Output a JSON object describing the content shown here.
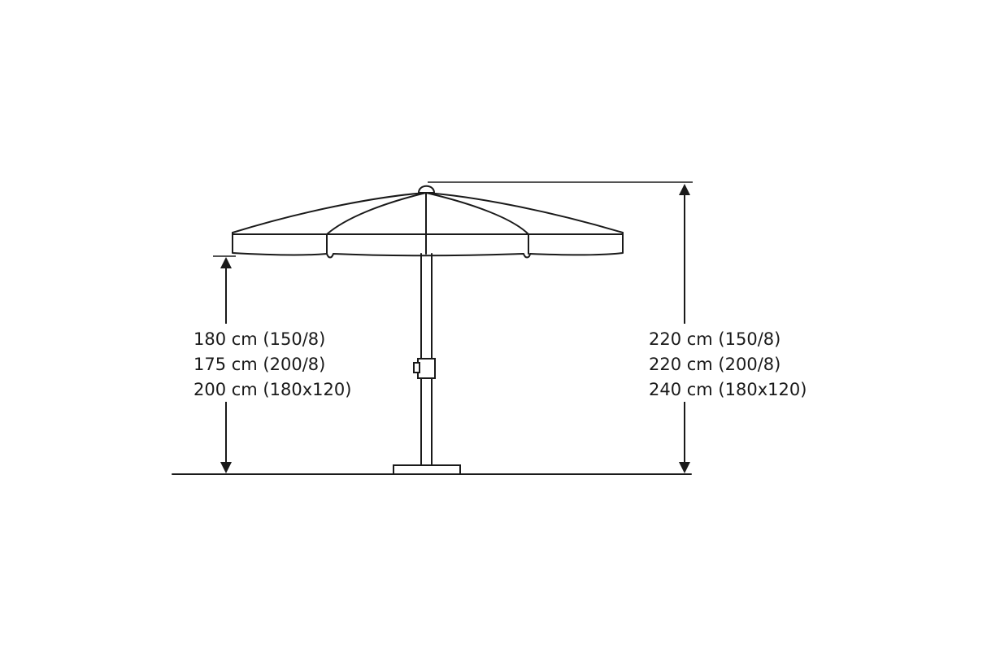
{
  "left_dimension": {
    "lines": [
      "180 cm (150/8)",
      "175 cm (200/8)",
      "200 cm (180x120)"
    ]
  },
  "right_dimension": {
    "lines": [
      "220 cm (150/8)",
      "220 cm (200/8)",
      "240 cm (180x120)"
    ]
  },
  "colors": {
    "ink": "#1a1a1a",
    "background": "#ffffff"
  }
}
